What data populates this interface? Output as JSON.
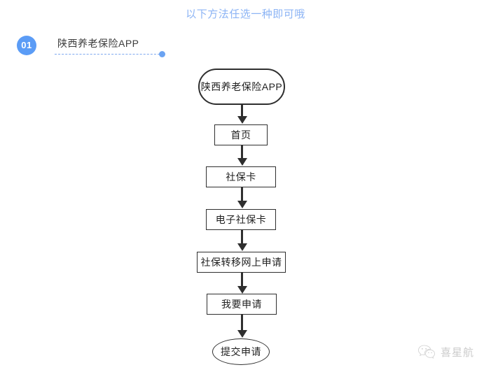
{
  "header": {
    "title": "以下方法任选一种即可哦"
  },
  "step": {
    "badge": "01",
    "label": "陕西养老保险APP"
  },
  "flowchart": {
    "type": "flow-diagram",
    "nodes": [
      {
        "id": "n1",
        "label": "陕西养老保险APP",
        "shape": "rounded-rect"
      },
      {
        "id": "n2",
        "label": "首页",
        "shape": "rect"
      },
      {
        "id": "n3",
        "label": "社保卡",
        "shape": "rect"
      },
      {
        "id": "n4",
        "label": "电子社保卡",
        "shape": "rect"
      },
      {
        "id": "n5",
        "label": "社保转移网上申请",
        "shape": "rect"
      },
      {
        "id": "n6",
        "label": "我要申请",
        "shape": "rect"
      },
      {
        "id": "n7",
        "label": "提交申请",
        "shape": "ellipse"
      }
    ]
  },
  "watermark": {
    "icon": "wechat-icon",
    "text": "喜星航"
  },
  "colors": {
    "accent_blue": "#5b9cf6",
    "title_blue": "#8cb4f5",
    "node_border": "#2f2f2f",
    "background": "#ffffff"
  }
}
